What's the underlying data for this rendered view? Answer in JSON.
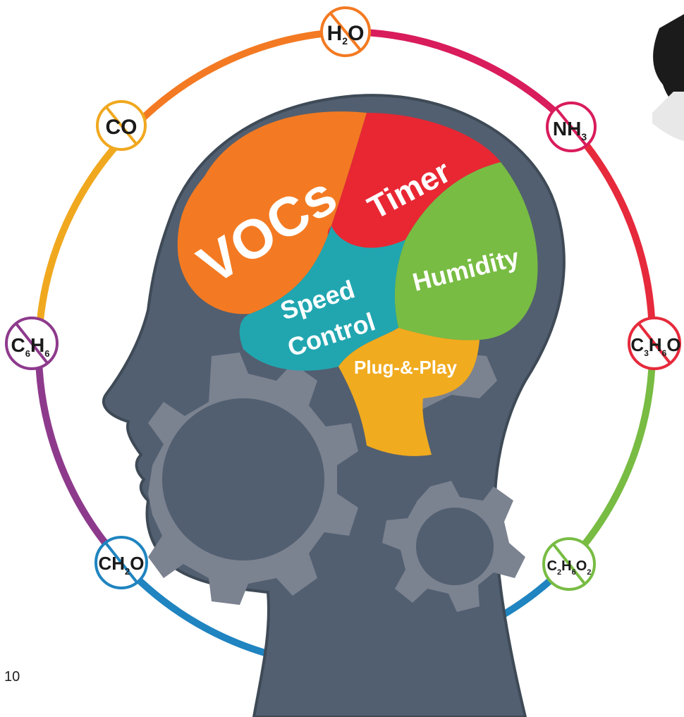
{
  "colors": {
    "head": "#525f70",
    "head_outline": "#3f4a57",
    "gear": "#7b8290",
    "orange": "#f37a22",
    "red": "#e82733",
    "green": "#78bc43",
    "teal": "#21a6b0",
    "yellow": "#f1ab1f",
    "crimson": "#d91c5c",
    "purple": "#8e3a8c",
    "blue": "#1f84c0",
    "ring_gold": "#f0a81f",
    "ring_red": "#e62a3c"
  },
  "brain_regions": {
    "vocs": "VOCs",
    "timer": "Timer",
    "humidity": "Humidity",
    "speed_line1": "Speed",
    "speed_line2": "Control",
    "plug_play": "Plug-&-Play"
  },
  "gas_badges": {
    "h2o": {
      "a": "H",
      "a_sub": "2",
      "b": "O"
    },
    "nh3": {
      "a": "NH",
      "a_sub": "3"
    },
    "co": {
      "a": "CO"
    },
    "c6h6": {
      "a": "C",
      "a_sub": "6",
      "b": "H",
      "b_sub": "6"
    },
    "c3h6o": {
      "a": "C",
      "a_sub": "3",
      "b": "H",
      "b_sub": "6",
      "c": "O"
    },
    "ch2o": {
      "a": "CH",
      "a_sub": "2",
      "b": "O"
    },
    "c2h6o2": {
      "a": "C",
      "a_sub": "2",
      "b": "H",
      "b_sub": "6",
      "c": "O",
      "c_sub": "2"
    }
  },
  "page_number": "10"
}
